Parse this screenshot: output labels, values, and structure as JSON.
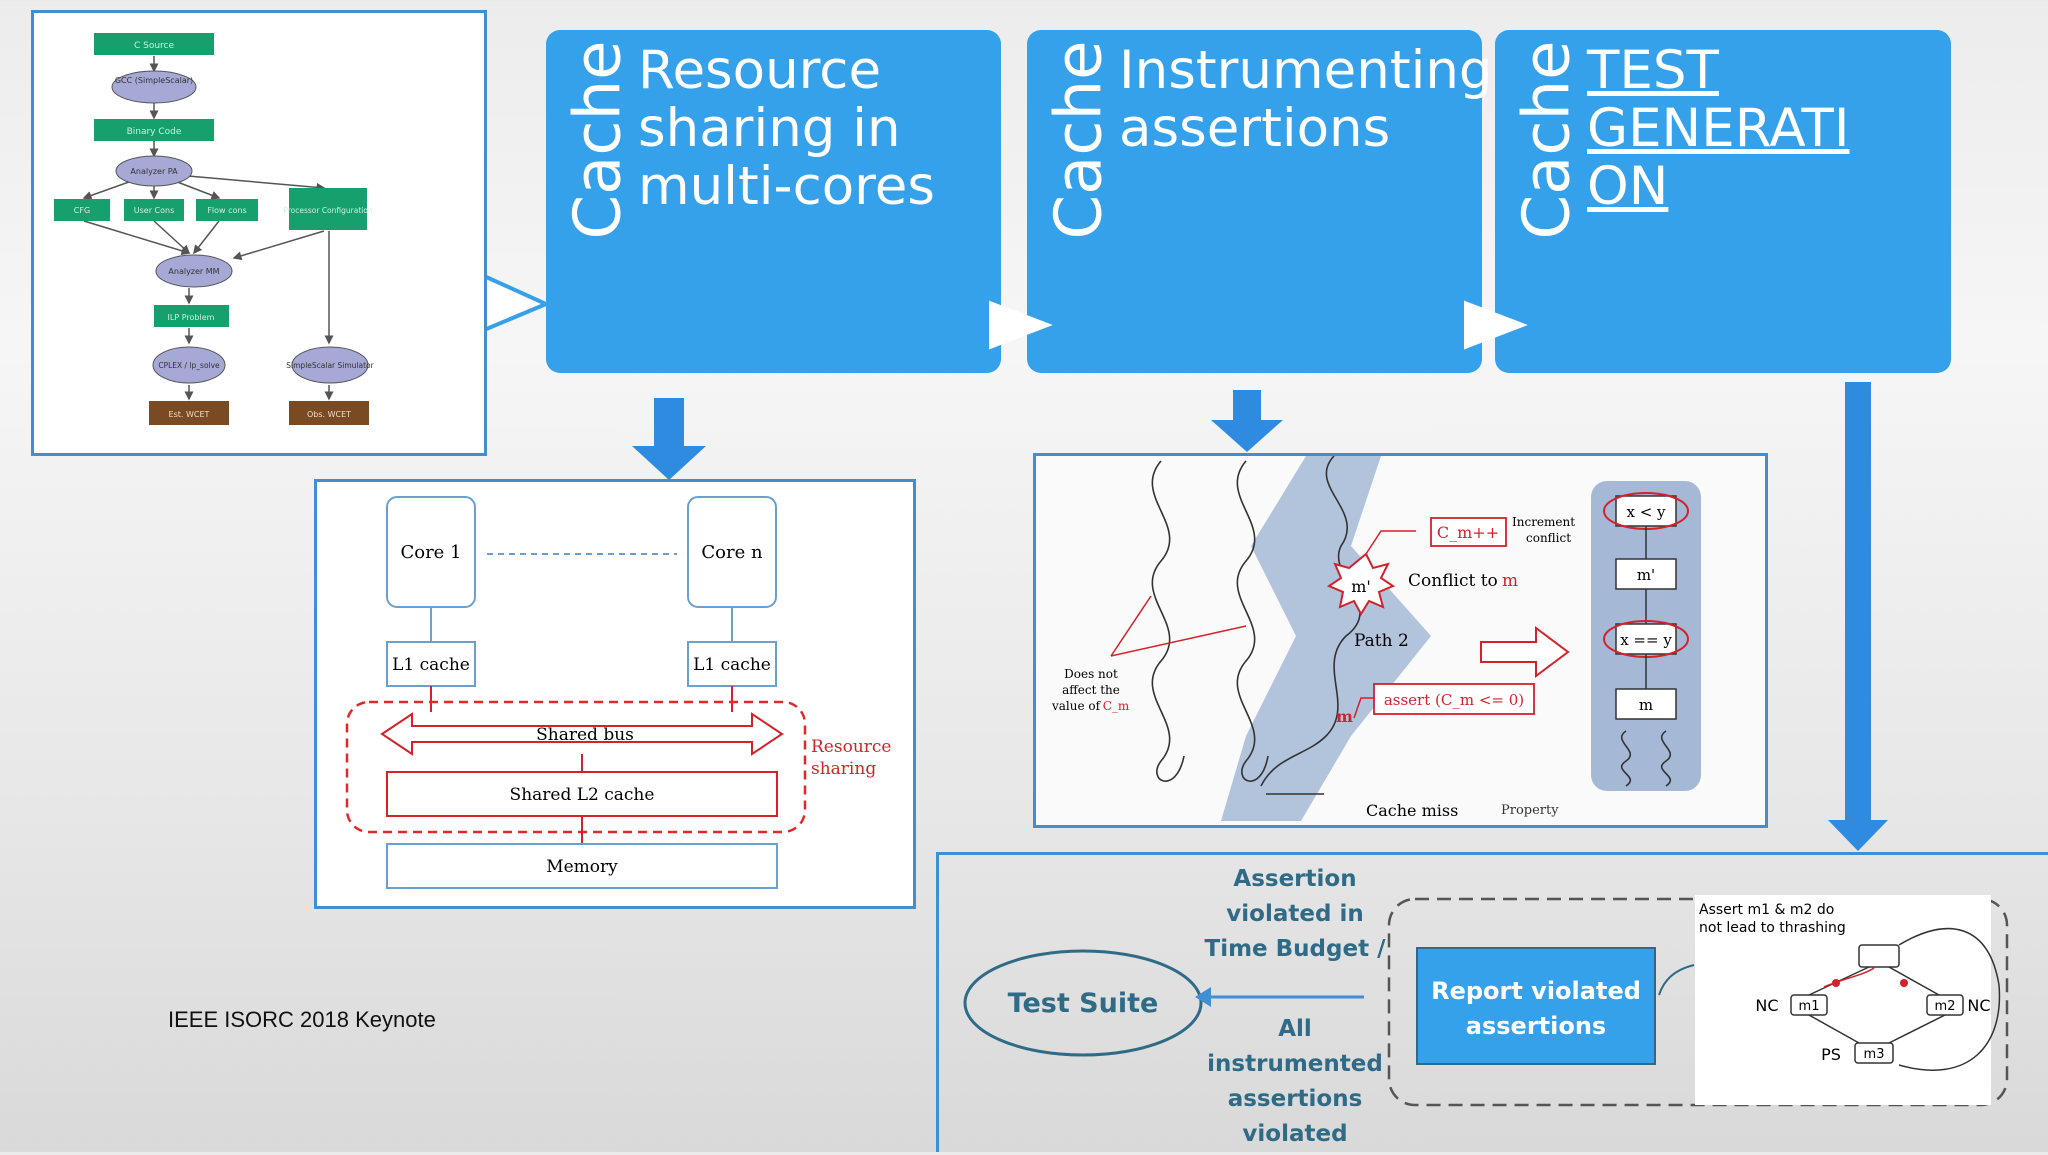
{
  "stages": [
    {
      "vertical": "Cache",
      "text": [
        "Resource",
        "sharing in",
        "multi-cores"
      ],
      "underline": false
    },
    {
      "vertical": "Cache",
      "text": [
        "Instrumenting",
        "assertions"
      ],
      "underline": false
    },
    {
      "vertical": "Cache",
      "text": [
        "TEST",
        "GENERATI",
        "ON"
      ],
      "underline": true
    }
  ],
  "flow_diagram": {
    "nodes": [
      "C Source",
      "GCC (SimpleScalar)",
      "Binary Code",
      "Analyzer PA",
      "CFG",
      "User Cons",
      "Flow cons",
      "Processor Configuration",
      "Analyzer MM",
      "ILP Problem",
      "CPLEX / lp_solve",
      "SimpleScalar Simulator",
      "Est. WCET",
      "Obs. WCET"
    ]
  },
  "multicore": {
    "core1": "Core 1",
    "coren": "Core n",
    "l1a": "L1 cache",
    "l1b": "L1 cache",
    "bus": "Shared bus",
    "l2": "Shared L2 cache",
    "memory": "Memory",
    "resource": [
      "Resource",
      "sharing"
    ]
  },
  "assertion_diagram": {
    "increment": "C_m++",
    "increment_note": [
      "Increment",
      "conflict"
    ],
    "mprime": "m'",
    "conflict": "Conflict to",
    "conflict_m": "m",
    "path2": "Path 2",
    "does_not": [
      "Does not",
      "affect the",
      "value of"
    ],
    "does_not_cm": "C_m",
    "assert": "assert (C_m <= 0)",
    "m_label": "m",
    "cache_miss": "Cache miss",
    "property": "Property",
    "cfg": [
      "x < y",
      "m'",
      "x == y",
      "m"
    ]
  },
  "testgen": {
    "violated": [
      "Assertion",
      "violated in",
      "Time Budget /"
    ],
    "all": [
      "All",
      "instrumented",
      "assertions",
      "violated"
    ],
    "suite": "Test Suite",
    "report": [
      "Report violated",
      "assertions"
    ],
    "note": [
      "Assert m1 & m2 do",
      "not lead to thrashing"
    ],
    "nc1": "NC",
    "nc2": "NC",
    "m1": "m1",
    "m2": "m2",
    "ps": "PS",
    "m3": "m3"
  },
  "footer": "IEEE ISORC 2018 Keynote",
  "colors": {
    "stage_blue": "#34a1ea",
    "frame_blue": "#3f8fd2",
    "arrow_blue": "#2f8be0",
    "red": "#d4212a",
    "teal": "#2f6b86"
  }
}
